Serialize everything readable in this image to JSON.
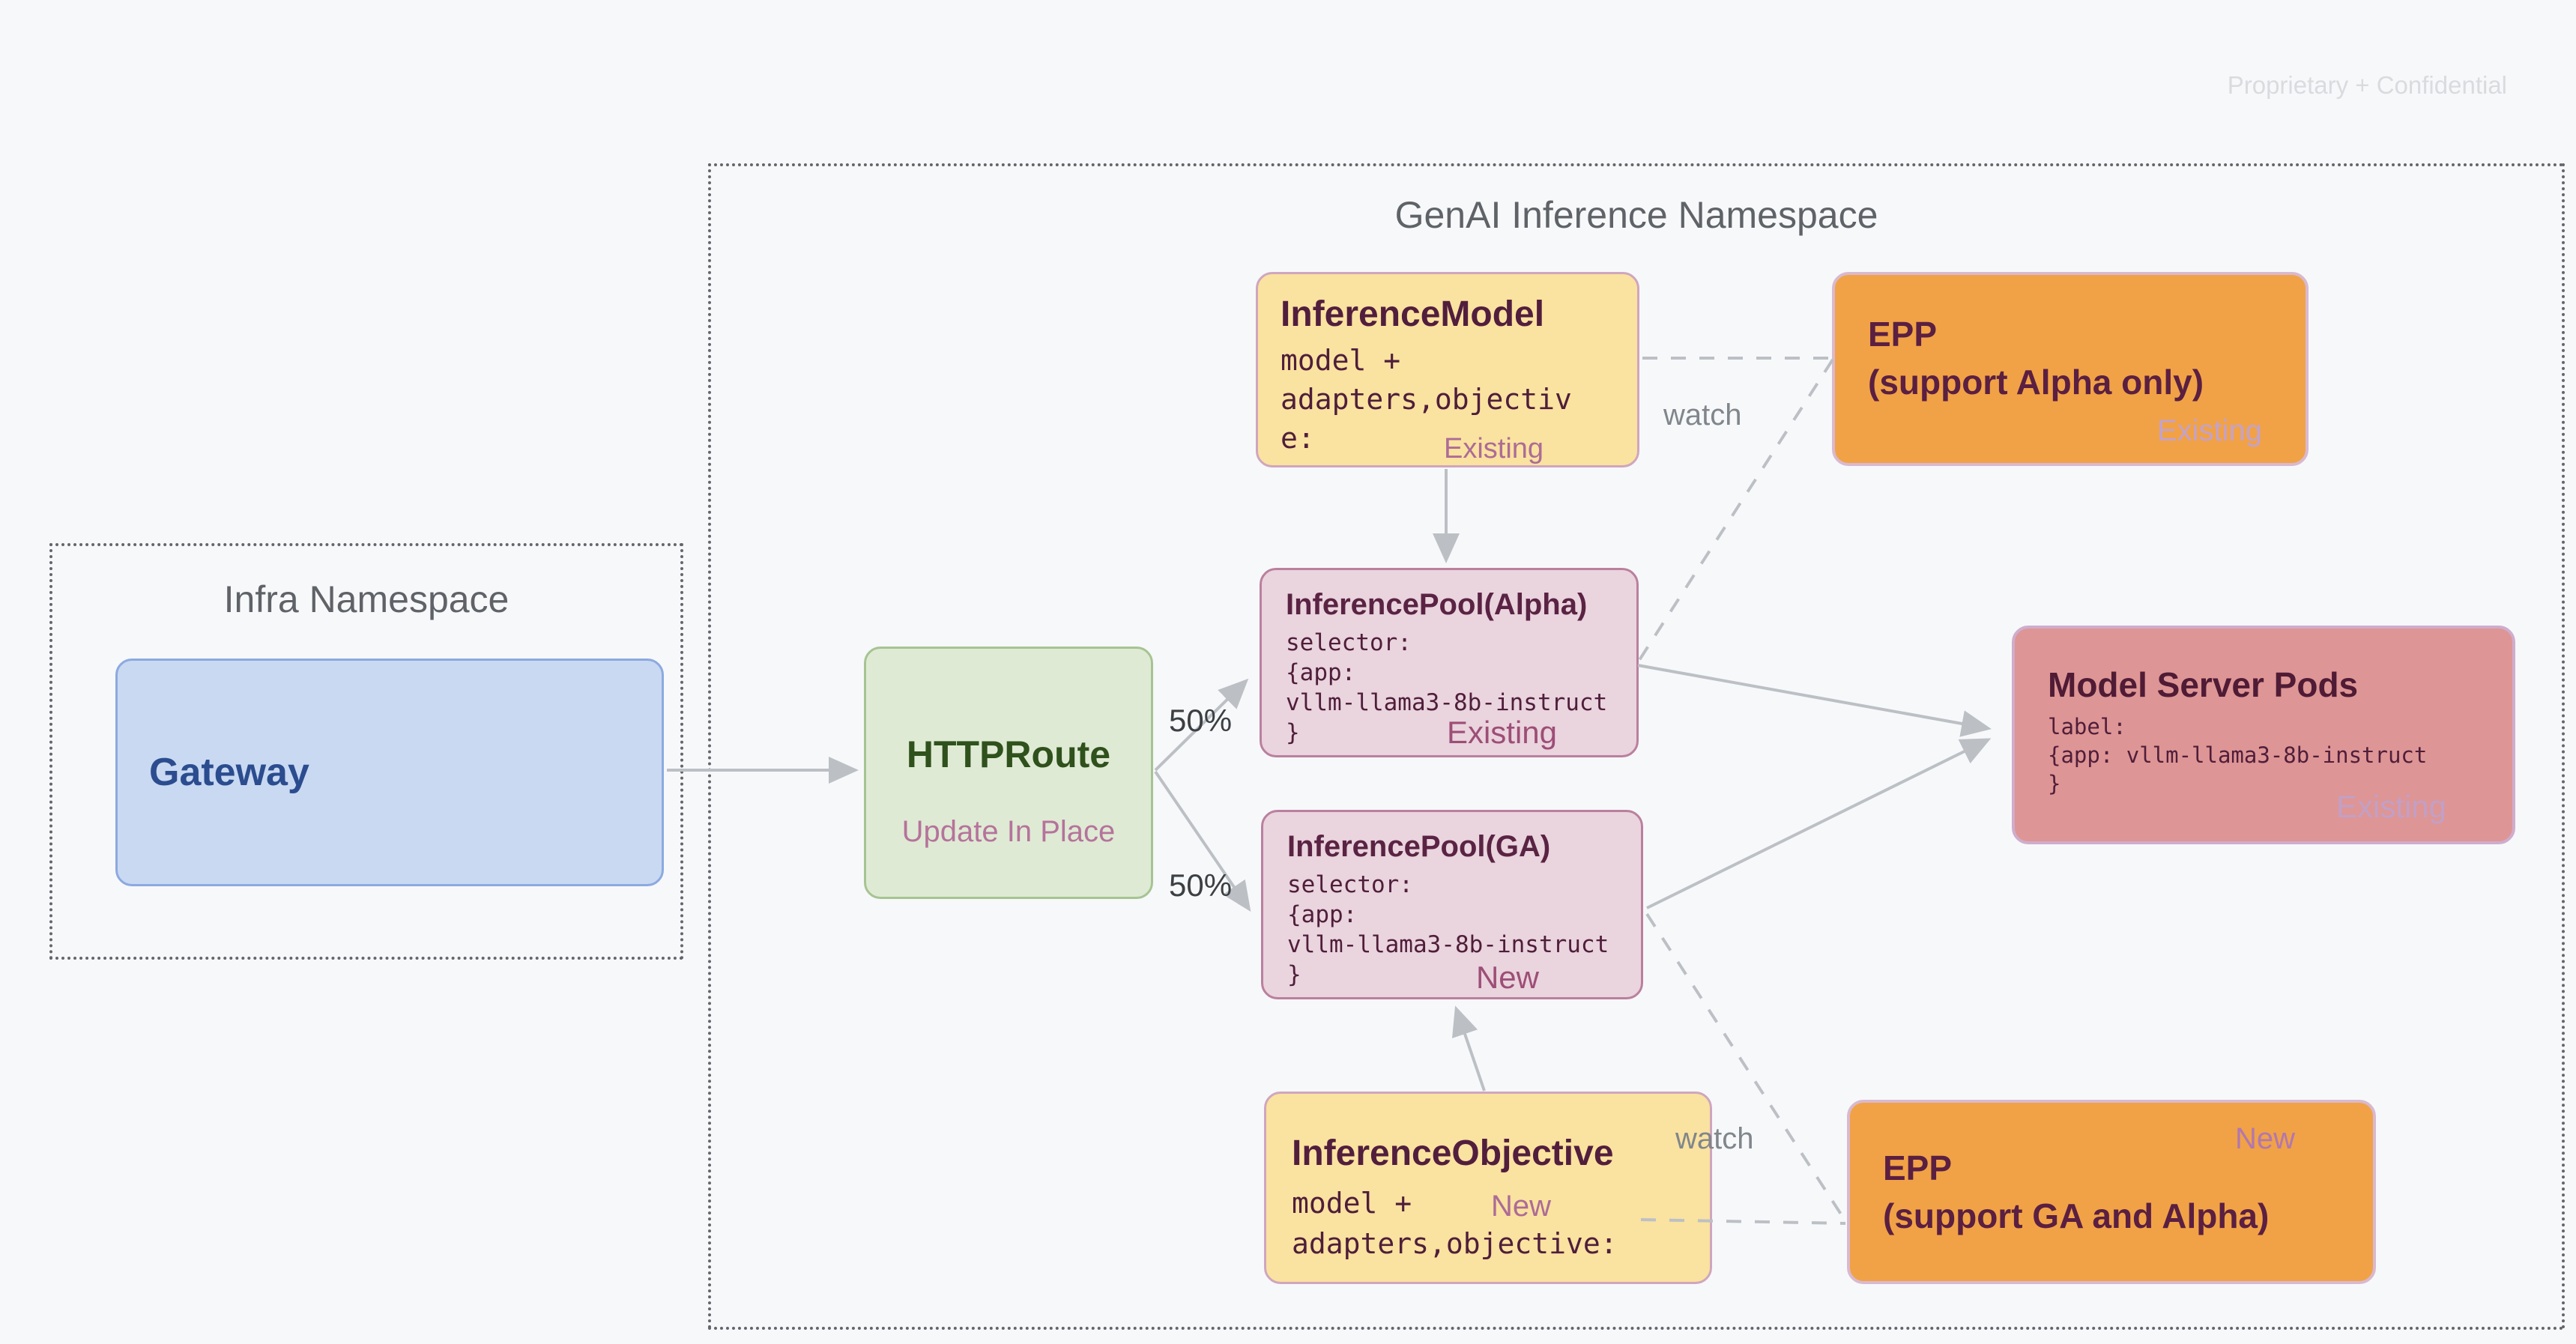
{
  "watermark": "Proprietary + Confidential",
  "namespaces": {
    "infra": {
      "title": "Infra Namespace"
    },
    "genai": {
      "title": "GenAI Inference Namespace"
    }
  },
  "nodes": {
    "gateway": {
      "title": "Gateway",
      "fill": "#C9D9F2",
      "border": "#8CA9E0",
      "title_color": "#2B4D8F"
    },
    "httproute": {
      "title": "HTTPRoute",
      "subtitle": "Update In Place",
      "fill": "#DFEAD4",
      "border": "#A6C493",
      "title_color": "#2F511C",
      "subtitle_color": "#B5739B"
    },
    "inference_model": {
      "title": "InferenceModel",
      "code_lines": [
        "model +",
        "adapters,objectiv",
        "e:"
      ],
      "badge": "Existing",
      "fill": "#FAE2A0",
      "border": "#CFA6BE",
      "badge_color": "#AC6C96"
    },
    "epp_alpha": {
      "title_line1": "EPP",
      "title_line2": "(support Alpha only)",
      "badge": "Existing",
      "fill": "#F1A246",
      "border": "#D9B9CF",
      "badge_color": "#C4A2C8"
    },
    "pool_alpha": {
      "title": "InferencePool(Alpha)",
      "code_lines": [
        "selector:",
        "{app:",
        "vllm-llama3-8b-instruct",
        "}"
      ],
      "badge": "Existing",
      "fill": "#EAD4DE",
      "border": "#BA809E",
      "badge_color": "#9D4E76"
    },
    "pool_ga": {
      "title": "InferencePool(GA)",
      "code_lines": [
        "selector:",
        "{app:",
        "vllm-llama3-8b-instruct",
        "}"
      ],
      "badge": "New",
      "fill": "#EAD4DE",
      "border": "#BA809E",
      "badge_color": "#9D4E76"
    },
    "model_server_pods": {
      "title": "Model Server Pods",
      "code_lines": [
        "label:",
        "{app: vllm-llama3-8b-instruct",
        "}"
      ],
      "badge": "Existing",
      "fill": "#DE9595",
      "border": "#CFADCC",
      "badge_color": "#C2A0C6"
    },
    "inference_objective": {
      "title": "InferenceObjective",
      "code_lines": [
        "model +",
        "adapters,objective:"
      ],
      "badge": "New",
      "fill": "#FAE2A0",
      "border": "#CFA6BE",
      "badge_color": "#AC6C96"
    },
    "epp_ga": {
      "title_line1": "EPP",
      "title_line2": "(support GA and Alpha)",
      "badge": "New",
      "fill": "#F1A246",
      "border": "#D9B9CF",
      "badge_color": "#B277AE"
    }
  },
  "edge_labels": {
    "split_top": "50%",
    "split_bottom": "50%",
    "watch_top": "watch",
    "watch_bottom": "watch"
  },
  "style_colors": {
    "background": "#F7F8FA",
    "line": "#BCC0C5",
    "namespace_border": "#63666B",
    "namespace_title": "#5F6368",
    "percent_label": "#3C4043",
    "watch_label": "#80868B",
    "watermark": "#D9DBDF"
  }
}
